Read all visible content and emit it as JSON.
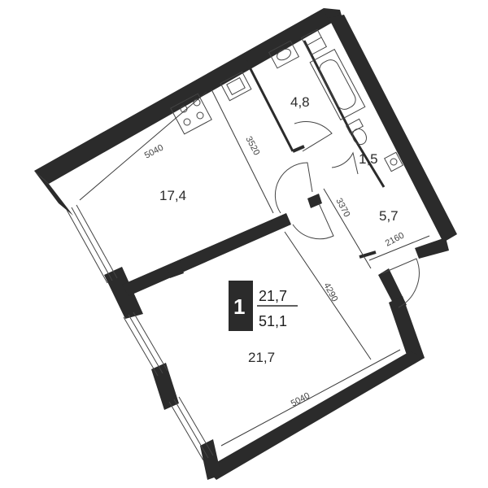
{
  "rooms": {
    "kitchen_area": "17,4",
    "living_area": "21,7",
    "bath_area": "4,8",
    "wc_area": "1,5",
    "hall_area": "5,7"
  },
  "dimensions": {
    "kitchen_width": "5040",
    "kitchen_depth": "3520",
    "living_width": "5040",
    "living_depth": "4290",
    "hall_length": "3370",
    "hall_width": "2160"
  },
  "summary": {
    "rooms_count": "1",
    "living_area": "21,7",
    "total_area": "51,1"
  },
  "colors": {
    "wall": "#2b2b2b",
    "badge": "#2b2b2b",
    "line": "#3a3a3a"
  }
}
